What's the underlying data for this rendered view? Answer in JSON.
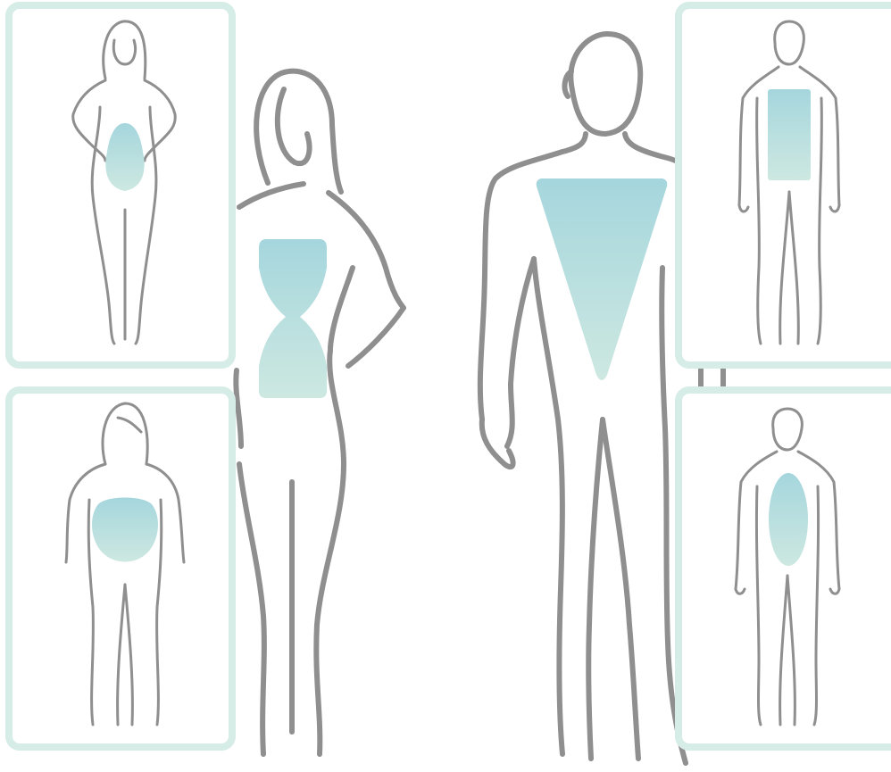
{
  "colors": {
    "background": "#ffffff",
    "outline": "#8f8f8f",
    "frame": "#d6ece6",
    "shape_top": "#a5d6dd",
    "shape_bottom": "#cde8e1"
  },
  "figures": [
    {
      "id": "woman-pear",
      "gender": "female",
      "shape": "pear",
      "framed": true
    },
    {
      "id": "woman-apple",
      "gender": "female",
      "shape": "apple",
      "framed": true
    },
    {
      "id": "woman-hourglass",
      "gender": "female",
      "shape": "hourglass",
      "framed": false
    },
    {
      "id": "man-inverted-triangle",
      "gender": "male",
      "shape": "inverted-triangle",
      "framed": false
    },
    {
      "id": "man-rectangle",
      "gender": "male",
      "shape": "rectangle",
      "framed": true
    },
    {
      "id": "man-oval",
      "gender": "male",
      "shape": "oval",
      "framed": true
    }
  ]
}
